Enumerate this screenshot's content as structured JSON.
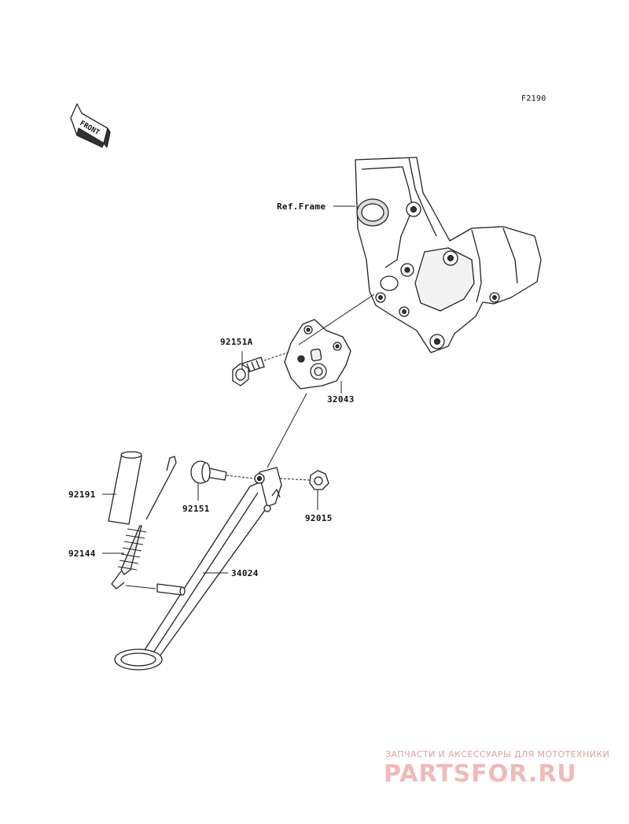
{
  "figure_code": "F2190",
  "front_arrow_text": "FRONT",
  "callouts": {
    "ref_frame": "Ref.Frame",
    "bolt_flanged": "92151A",
    "bracket": "32043",
    "tube": "92191",
    "spring": "92144",
    "pivot_bolt": "92151",
    "nut": "92015",
    "side_stand": "34024"
  },
  "watermark": {
    "tagline": "ЗАПЧАСТИ И АКСЕССУАРЫ ДЛЯ МОТОТЕХНИКИ",
    "brand": "PARTSFOR.RU",
    "color": "#f2b9b9"
  }
}
